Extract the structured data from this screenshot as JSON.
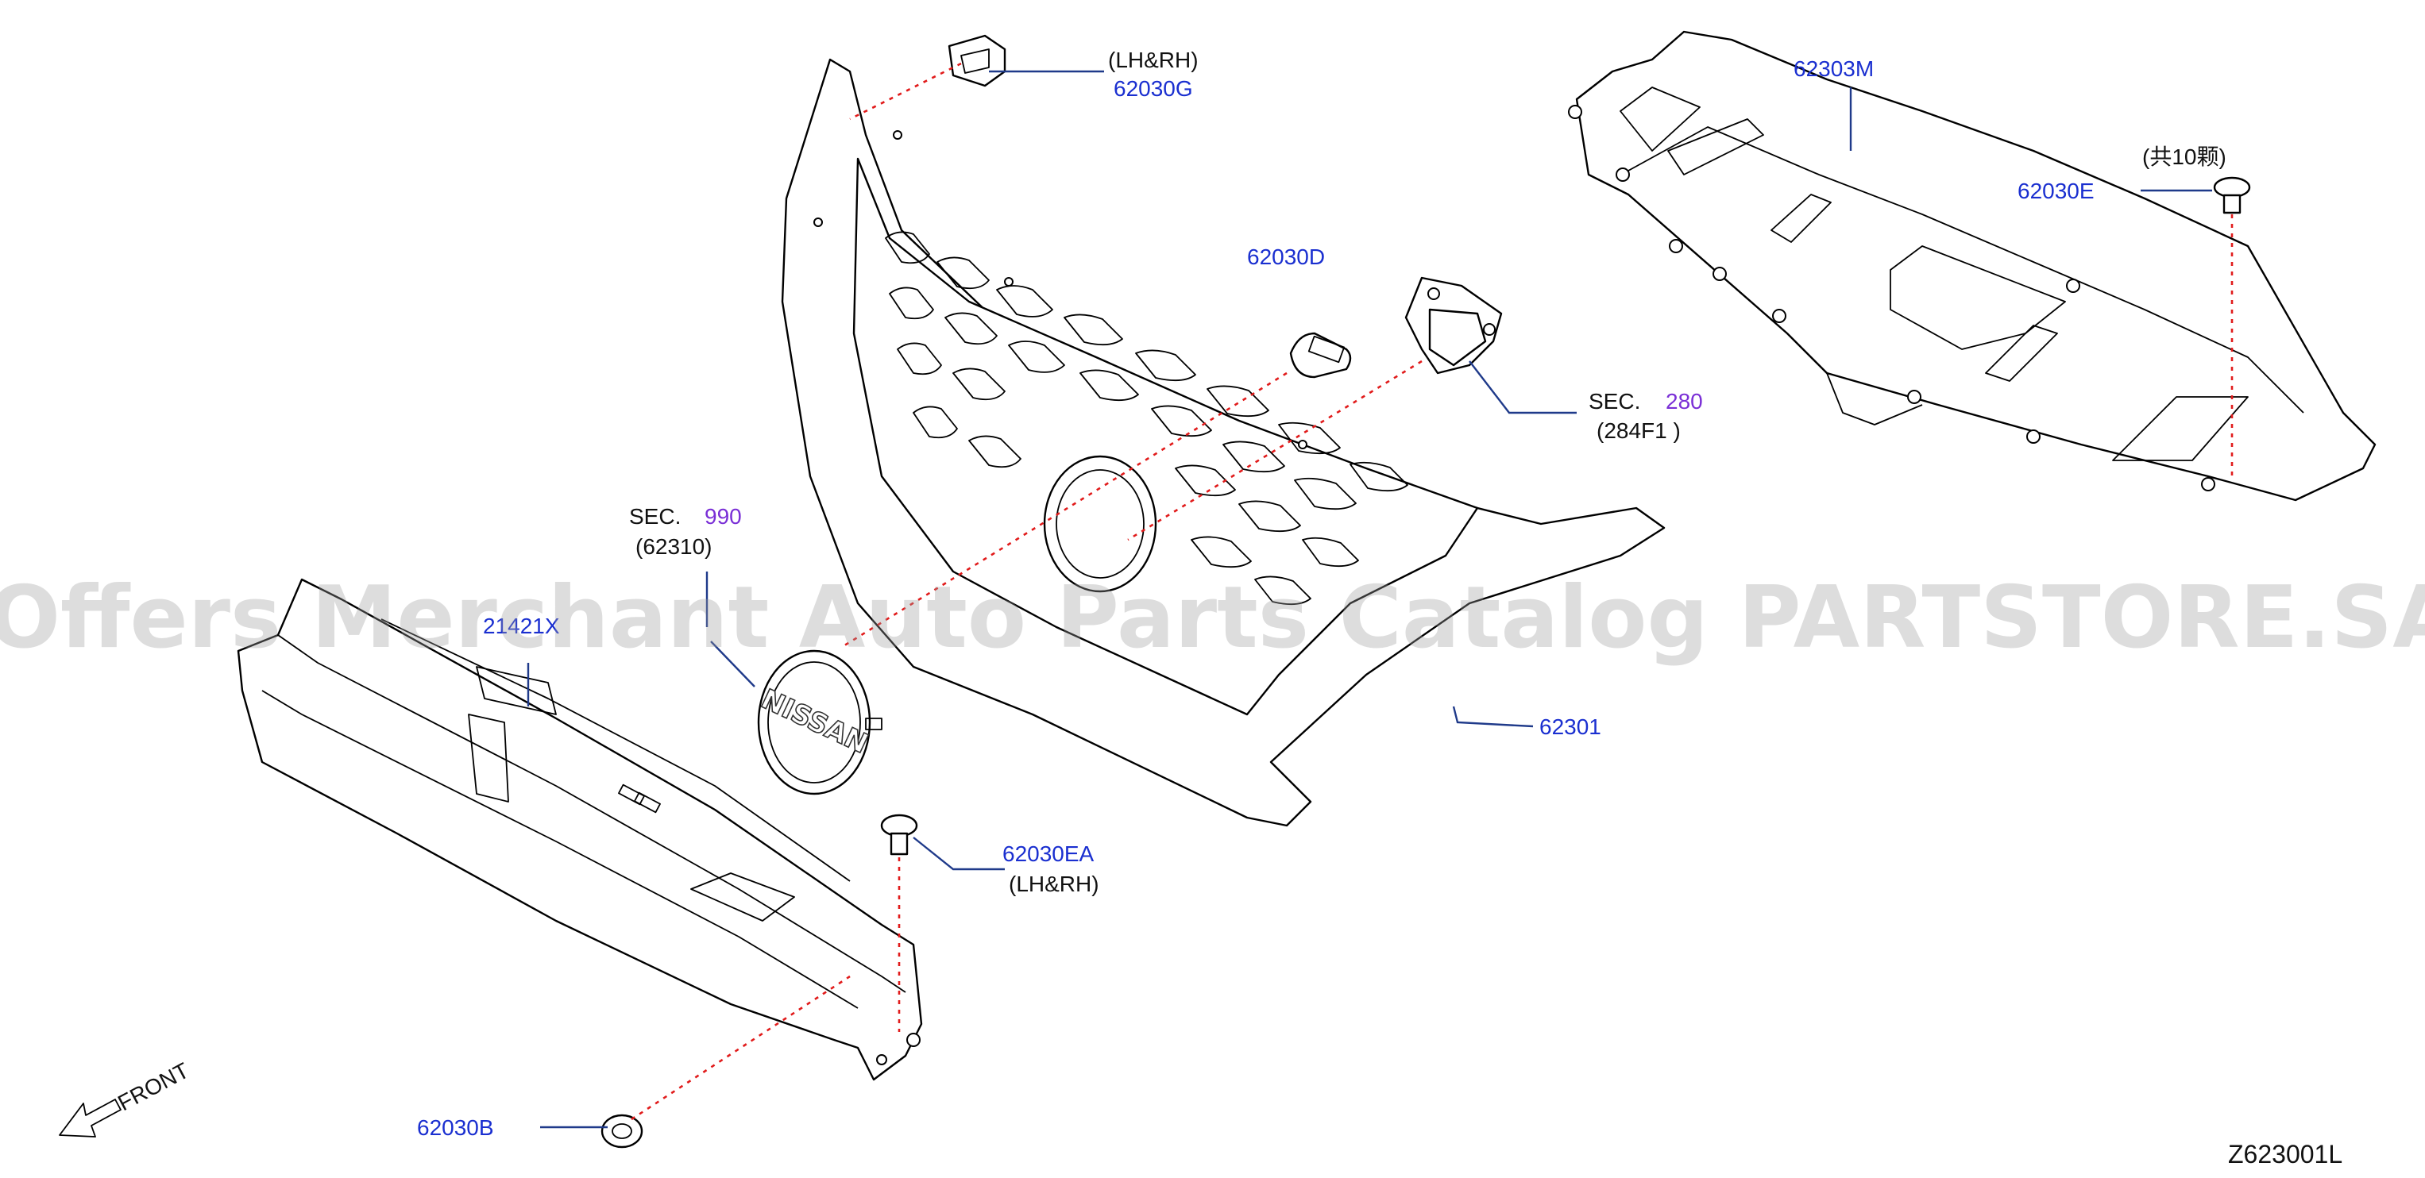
{
  "labels": {
    "lhrh_top": "(LH&RH)",
    "p62030G": "62030G",
    "p62030D": "62030D",
    "sec_a": "SEC.",
    "sec_a_num": "280",
    "sec_a_sub": "(284F1  )",
    "sec_b": "SEC.",
    "sec_b_num": "990",
    "sec_b_sub": "(62310)",
    "p62303M": "62303M",
    "qty": "(共10颗)",
    "p62030E": "62030E",
    "p62301": "62301",
    "p62030EA": "62030EA",
    "lhrh_bottom": "(LH&RH)",
    "p62030B": "62030B",
    "front": "FRONT",
    "diagram_code": "Z623001L",
    "lower_part_partial": "21421X"
  },
  "watermark": "Offers Merchant Auto Parts Catalog PARTSTORE.SA",
  "colors": {
    "part_number": "#1a2fd0",
    "section_ref": "#7a2fd6",
    "leader": "#1f3a8a",
    "dashed_guide": "#e11b1b",
    "watermark": "#9e9e9e"
  },
  "emblem_text": "NISSAN"
}
